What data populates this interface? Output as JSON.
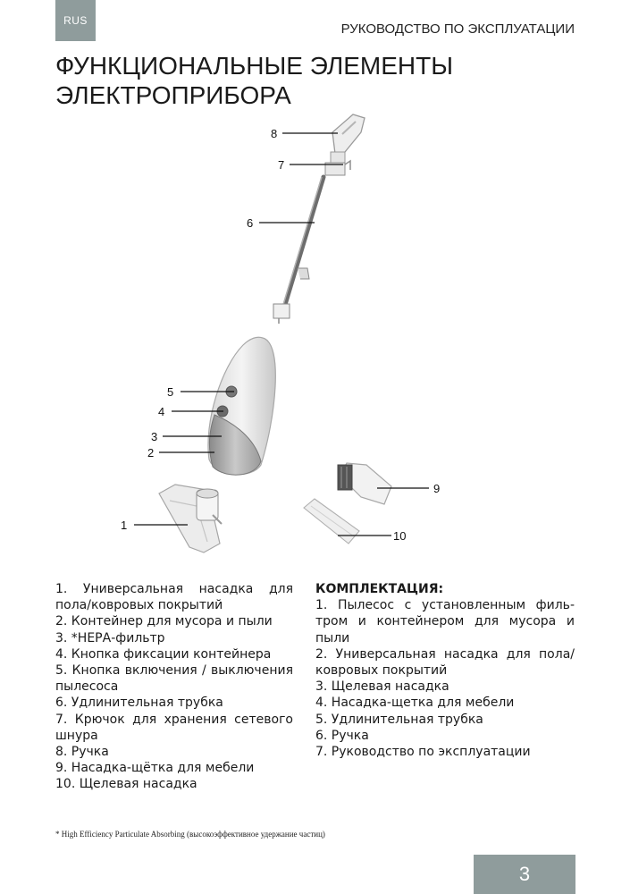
{
  "header": {
    "lang": "RUS",
    "title": "РУКОВОДСТВО ПО ЭКСПЛУАТАЦИИ"
  },
  "page_title": {
    "line1": "ФУНКЦИОНАЛЬНЫЕ ЭЛЕМЕНТЫ",
    "line2": "ЭЛЕКТРОПРИБОРА"
  },
  "diagram": {
    "callouts": [
      "8",
      "7",
      "6",
      "5",
      "4",
      "3",
      "2",
      "1",
      "9",
      "10"
    ]
  },
  "parts": [
    "1. Универсальная насадка для пола/ковровых покрытий",
    "2. Контейнер для мусора и пыли",
    "3. *НЕРА-фильтр",
    "4. Кнопка фиксации контейнера",
    "5. Кнопка включения / выключе­ния пылесоса",
    "6. Удлинительная трубка",
    "7. Крючок для хранения сетевого шнура",
    "8. Ручка",
    "9. Насадка-щётка для мебели",
    "10. Щелевая насадка"
  ],
  "kit": {
    "heading": "КОМПЛЕКТАЦИЯ:",
    "items": [
      "1. Пылесос с установленным филь­тром и контейнером для мусора и пыли",
      "2. Универсальная насадка для пола/ ковровых покрытий",
      "3. Щелевая насадка",
      "4. Насадка-щетка для мебели",
      "5. Удлинительная трубка",
      "6. Ручка",
      "7. Руководство по эксплуатации"
    ]
  },
  "footnote": "* High Efficiency Particulate Absorbing (высокоэффективное удержание частиц)",
  "page_number": "3"
}
